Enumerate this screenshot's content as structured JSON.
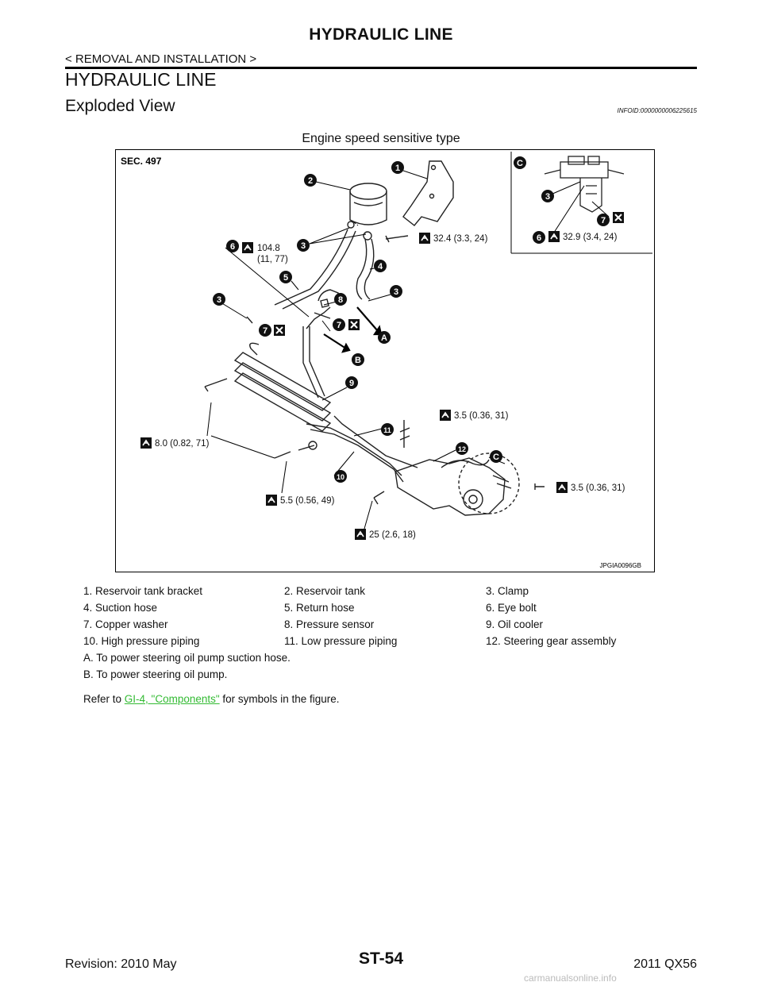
{
  "header": {
    "title": "HYDRAULIC LINE",
    "section": "< REMOVAL AND INSTALLATION >"
  },
  "page_title": "HYDRAULIC LINE",
  "subtitle": "Exploded View",
  "info_id": "INFOID:0000000006225615",
  "figure": {
    "caption": "Engine speed sensitive type",
    "sec_label": "SEC. 497",
    "image_code": "JPGIA0096GB",
    "callouts": [
      "1",
      "2",
      "3",
      "3",
      "3",
      "4",
      "5",
      "6",
      "7",
      "8",
      "7",
      "9",
      "10",
      "11",
      "12",
      "C"
    ],
    "inset_callouts": [
      "C",
      "3",
      "7",
      "6"
    ],
    "arrow_labels": [
      "A",
      "B"
    ],
    "torques": {
      "eye_bolt_a": "104.8",
      "eye_bolt_b": "(11, 77)",
      "bracket": "32.4 (3.3, 24)",
      "inset": "32.9 (3.4, 24)",
      "cooler_bolt": "3.5 (0.36, 31)",
      "gear_side": "3.5 (0.36, 31)",
      "mount_left": "8.0 (0.82, 71)",
      "mount_lower": "5.5 (0.56, 49)",
      "gear_bolt": "25 (2.6, 18)"
    }
  },
  "legend": [
    [
      "1. Reservoir tank bracket",
      "2. Reservoir tank",
      "3. Clamp"
    ],
    [
      "4. Suction hose",
      "5. Return hose",
      "6. Eye bolt"
    ],
    [
      "7. Copper washer",
      "8. Pressure sensor",
      "9. Oil cooler"
    ],
    [
      "10. High pressure piping",
      "11. Low pressure piping",
      "12. Steering gear assembly"
    ]
  ],
  "notes": [
    "A. To power steering oil pump suction hose.",
    "B. To power steering oil pump."
  ],
  "refer": {
    "prefix": "Refer to ",
    "link": "GI-4, \"Components\"",
    "suffix": " for symbols in the figure."
  },
  "footer": {
    "revision": "Revision: 2010 May",
    "page": "ST-54",
    "model": "2011 QX56"
  },
  "watermark": "carmanualsonline.info"
}
